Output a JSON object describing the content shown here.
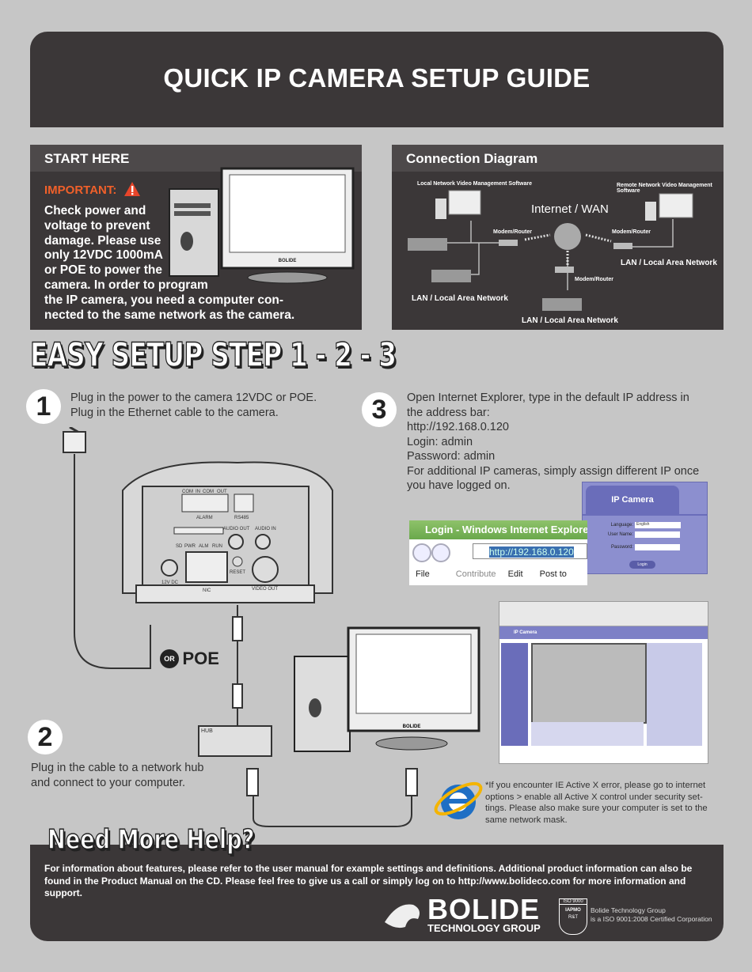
{
  "header": {
    "title": "QUICK IP CAMERA SETUP GUIDE"
  },
  "start_here": {
    "title": "START HERE",
    "important_label": "IMPORTANT:",
    "warning_icon": "warning-triangle-icon",
    "lines": [
      "Check power and",
      "voltage to prevent",
      "damage. Please use",
      "only 12VDC 1000mA",
      "or POE to power the",
      "camera. In order to program",
      "the IP camera, you need a computer con-",
      "nected to the same network as the camera."
    ],
    "monitor_brand": "BOLIDE"
  },
  "connection_diagram": {
    "title": "Connection Diagram",
    "local_software": "Local Network Video Management Software",
    "remote_software": "Remote Network Video Management Software",
    "internet": "Internet / WAN",
    "router": "Modem/Router",
    "lan": "LAN / Local Area Network"
  },
  "easy_setup": {
    "title": "EASY SETUP STEP 1 - 2 - 3"
  },
  "step1": {
    "number": "1",
    "lines": [
      "Plug in the power to the camera 12VDC or POE.",
      "Plug in the Ethernet cable to the camera."
    ]
  },
  "camera_panel": {
    "labels": [
      "COM",
      "IN",
      "COM",
      "OUT",
      "ALARM",
      "RS485",
      "AUDIO OUT",
      "AUDIO IN",
      "SD",
      "PWR",
      "ALM",
      "RUN",
      "12V DC",
      "NIC",
      "RESET",
      "VIDEO OUT"
    ]
  },
  "or_poe": {
    "or": "OR",
    "poe": "POE"
  },
  "step2": {
    "number": "2",
    "lines": [
      "Plug in the cable to a network hub",
      "and connect to your computer."
    ],
    "hub_label": "HUB"
  },
  "step3": {
    "number": "3",
    "lines": [
      "Open Internet Explorer, type in the default IP address in",
      "the address bar:",
      "http://192.168.0.120",
      "Login: admin",
      "Password: admin",
      "For additional IP cameras, simply assign different IP once",
      "you have logged on."
    ]
  },
  "browser": {
    "title": "Login - Windows Internet Explorer",
    "url": "http://192.168.0.120",
    "menu": [
      "File",
      "Contribute",
      "Edit",
      "Post to"
    ]
  },
  "login_box": {
    "title": "IP Camera",
    "language_label": "Language:",
    "language_value": "English",
    "username_label": "User Name:",
    "password_label": "Password:",
    "login_button": "Login"
  },
  "web_ui": {
    "title": "IP Camera"
  },
  "activex_note": {
    "lines": [
      "*If you encounter IE Active X error, please go to internet",
      "options > enable all Active X control under security set-",
      "tings. Please also make sure your computer is set to the",
      "same network mask."
    ]
  },
  "help": {
    "title": "Need More Help?",
    "text": "For information about features, please refer to the user manual for example settings and definitions. Additional product information can also be found in the Product Manual on the CD. Please feel free to give us a call or simply log on to http://www.bolideco.com for more information and support."
  },
  "footer": {
    "logo_main": "BOLIDE",
    "logo_sub": "TECHNOLOGY GROUP",
    "iso_badge": "ISO 9000",
    "iso_badge_mid": "IAPMO",
    "iso_badge_low": "R&T",
    "company": "Bolide Technology Group",
    "certification": "is a ISO 9001:2008 Certified Corporation"
  },
  "colors": {
    "background": "#c6c6c6",
    "panel": "#3b3738",
    "important": "#f0602a",
    "ie_blue": "#1f6fc4"
  }
}
